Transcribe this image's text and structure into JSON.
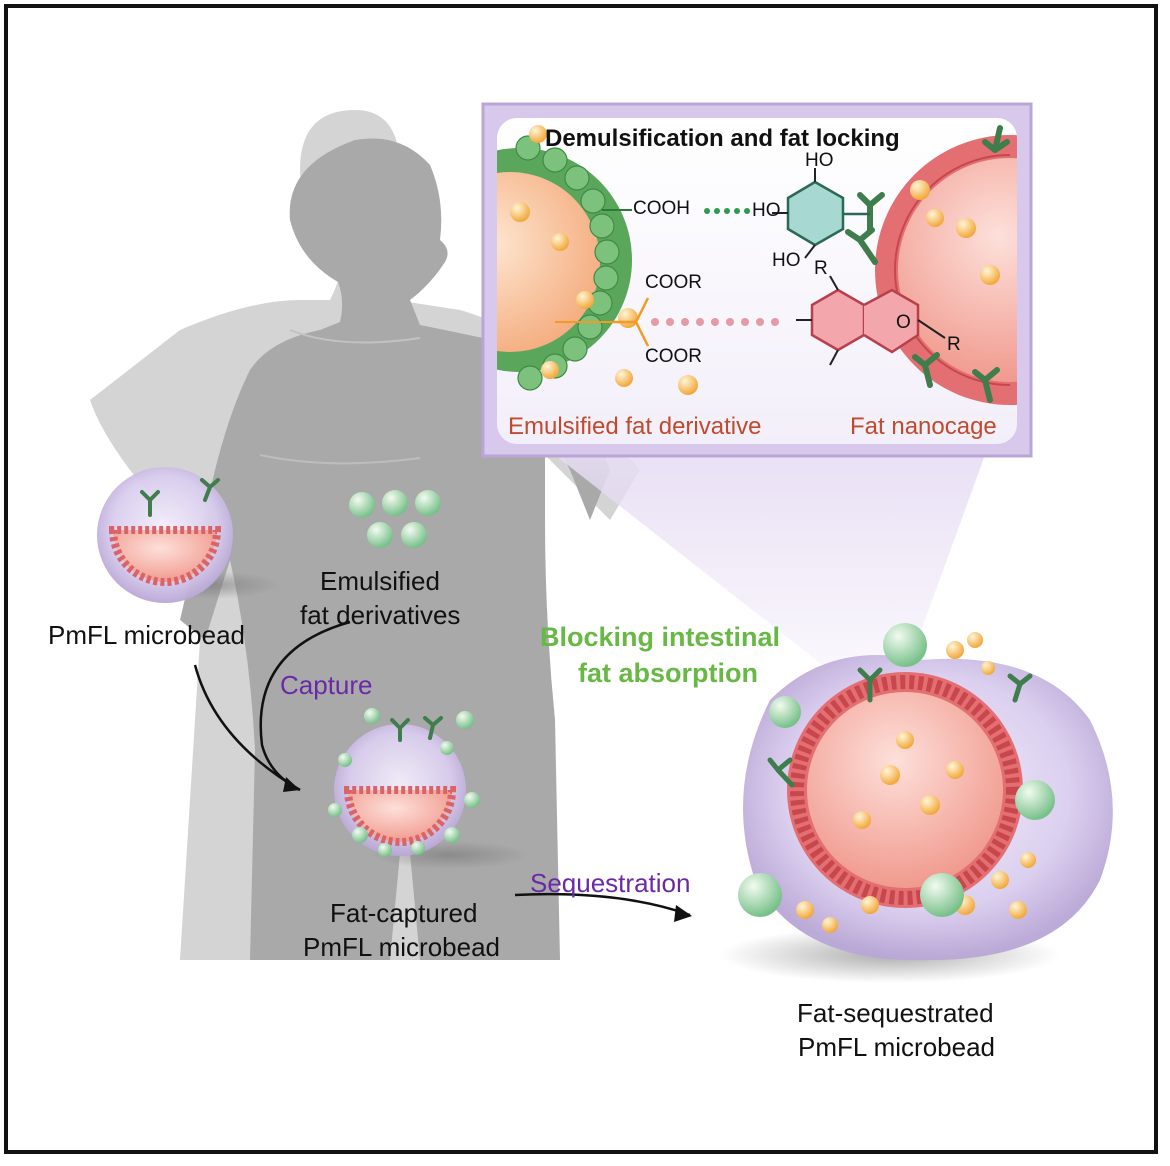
{
  "inset": {
    "title": "Demulsification and fat locking",
    "left_label": "Emulsified fat derivative",
    "right_label": "Fat nanocage",
    "chem": {
      "cooh": "COOH",
      "ho_top": "HO",
      "ho_mid": "HO",
      "ho_bottom": "HO",
      "coor_top": "COOR",
      "coor_bottom": "COOR",
      "r_top": "R",
      "r_right": "R",
      "o": "O"
    }
  },
  "labels": {
    "pmfl_microbead": "PmFL microbead",
    "emulsified_line1": "Emulsified",
    "emulsified_line2": "fat derivatives",
    "capture": "Capture",
    "blocking_line1": "Blocking intestinal",
    "blocking_line2": "fat absorption",
    "fat_captured_line1": "Fat-captured",
    "fat_captured_line2": "PmFL microbead",
    "sequestration": "Sequestration",
    "fat_sequestrated_line1": "Fat-sequestrated",
    "fat_sequestrated_line2": "PmFL microbead"
  },
  "colors": {
    "silhouette": "#a9a9a9",
    "purple_text": "#6a2aa8",
    "green_text": "#68b845",
    "red_text": "#c04a2e",
    "inset_border": "#b9a6d6",
    "fat_droplet": "#f7b24a",
    "microbead_membrane": "#e9817f"
  }
}
